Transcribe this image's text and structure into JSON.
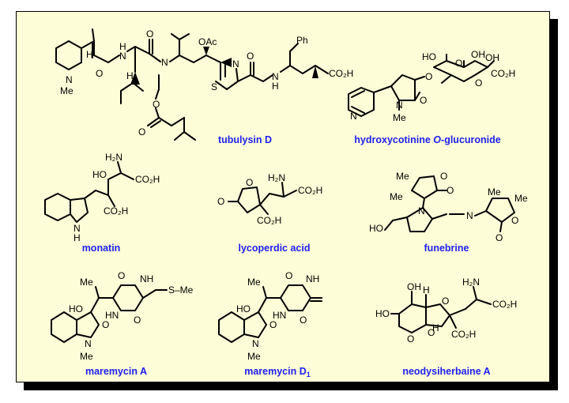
{
  "compounds": [
    {
      "id": "tubulysin",
      "name": "tubulysin D"
    },
    {
      "id": "hydroxycotinine",
      "name_prefix": "hydroxycotinine ",
      "name_italic": "O",
      "name_suffix": "-glucuronide"
    },
    {
      "id": "monatin",
      "name": "monatin"
    },
    {
      "id": "lycoperdic",
      "name": "lycoperdic acid"
    },
    {
      "id": "funebrine",
      "name": "funebrine"
    },
    {
      "id": "maremycinA",
      "name": "maremycin A"
    },
    {
      "id": "maremycinD1",
      "name_main": "maremycin D",
      "name_sub": "1"
    },
    {
      "id": "neodysiherbaine",
      "name": "neodysiherbaine A"
    }
  ],
  "atoms": {
    "tub": {
      "N1": "N",
      "Me1": "Me",
      "H1": "H",
      "O1": "O",
      "H2": "H",
      "N2": "N",
      "H3": "H",
      "O2": "O",
      "N3": "N",
      "OAc": "OAc",
      "O3": "O",
      "O4": "O",
      "S": "S",
      "N4": "N",
      "O5": "O",
      "N5": "N",
      "H5": "H",
      "Ph": "Ph",
      "CO2H": "CO₂H"
    },
    "hyd": {
      "HO": "HO",
      "O": "O",
      "OH": "OH",
      "OH2": "OH",
      "CO2H": "CO₂H",
      "O2": "O",
      "O3": "O",
      "N": "N",
      "N2": "N",
      "Me": "Me",
      "O4": "O"
    },
    "mon": {
      "H2N": "H₂N",
      "HO": "HO",
      "CO2H1": "CO₂H",
      "CO2H2": "CO₂H",
      "N": "N",
      "H": "H"
    },
    "lyc": {
      "O1": "O",
      "O2": "O",
      "H2N": "H₂N",
      "CO2H1": "CO₂H",
      "CO2H2": "CO₂H"
    },
    "fun": {
      "Me1": "Me",
      "Me2": "Me",
      "O1": "O",
      "O2": "O",
      "N1": "N",
      "HO": "HO",
      "N2": "N",
      "Me3": "Me",
      "Me4": "Me",
      "O3": "O",
      "O4": "O"
    },
    "marA": {
      "Me": "Me",
      "HO": "HO",
      "O1": "O",
      "NH": "NH",
      "HN": "HN",
      "O2": "O",
      "S": "S–Me",
      "N": "N",
      "O3": "O",
      "Me2": "Me"
    },
    "marD": {
      "Me": "Me",
      "HO": "HO",
      "O1": "O",
      "NH": "NH",
      "HN": "HN",
      "O2": "O",
      "N": "N",
      "O3": "O",
      "Me2": "Me"
    },
    "neo": {
      "OH": "OH",
      "HO": "HO",
      "H1": "H",
      "H2N": "H₂N",
      "CO2H1": "CO₂H",
      "O1": "O",
      "O2": "O",
      "O3": "O",
      "H2": "H",
      "CO2H2": "CO₂H"
    }
  },
  "colors": {
    "panel_bg": "#fdfdd7",
    "label": "#2020ee",
    "bond": "#000000",
    "shadow": "#000000"
  }
}
